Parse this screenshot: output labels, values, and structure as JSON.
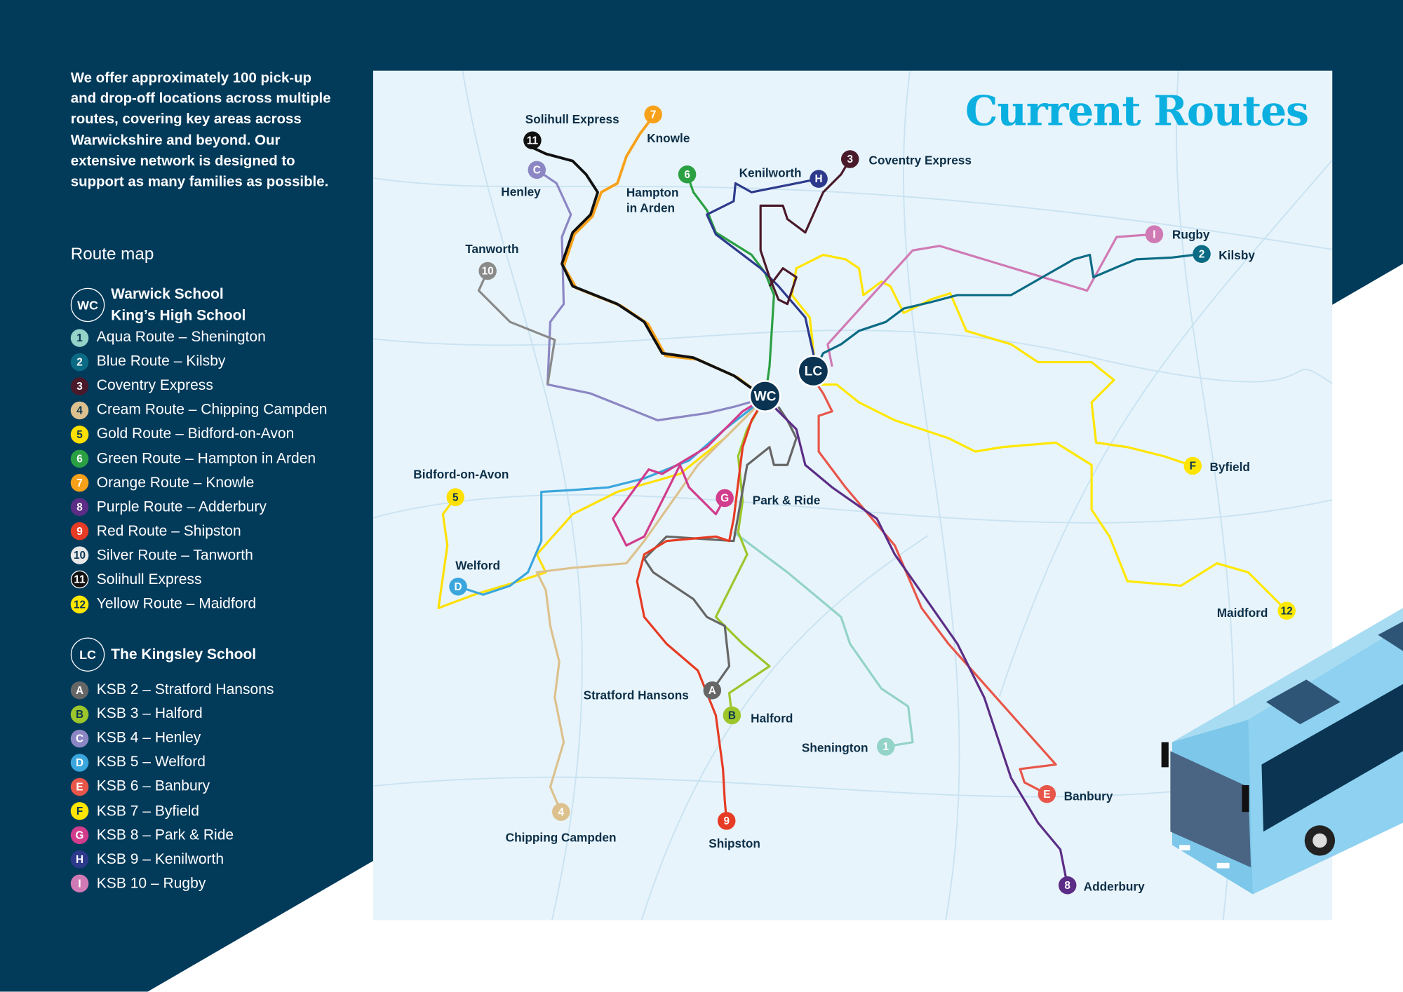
{
  "intro": "We offer approximately 100 pick-up and drop-off locations across multiple routes, covering key areas across Warwickshire and beyond. Our extensive network is designed to support as many families as possible.",
  "route_map_title": "Route map",
  "title": "Current Routes",
  "colors": {
    "navy": "#023a5a",
    "map_bg": "#e8f4fb",
    "title": "#0bb0e0"
  },
  "wc": {
    "code": "WC",
    "name1": "Warwick School",
    "name2": "King’s High School",
    "routes": [
      {
        "id": "1",
        "label": "Aqua Route – Shenington",
        "color": "#93d3c8",
        "stop": "Shenington"
      },
      {
        "id": "2",
        "label": "Blue Route – Kilsby",
        "color": "#0b6b85",
        "stop": "Kilsby"
      },
      {
        "id": "3",
        "label": "Coventry Express",
        "color": "#4a1a2a",
        "stop": "Coventry Express"
      },
      {
        "id": "4",
        "label": "Cream Route – Chipping Campden",
        "color": "#dcc18e",
        "stop": "Chipping Campden"
      },
      {
        "id": "5",
        "label": "Gold Route – Bidford-on-Avon",
        "color": "#ffe000",
        "stop": "Bidford-on-Avon"
      },
      {
        "id": "6",
        "label": "Green Route – Hampton in Arden",
        "color": "#2aa043",
        "stop": "Hampton in Arden"
      },
      {
        "id": "7",
        "label": "Orange Route – Knowle",
        "color": "#f7a11a",
        "stop": "Knowle"
      },
      {
        "id": "8",
        "label": "Purple Route – Adderbury",
        "color": "#5b2d86",
        "stop": "Adderbury"
      },
      {
        "id": "9",
        "label": "Red Route – Shipston",
        "color": "#e63b24",
        "stop": "Shipston"
      },
      {
        "id": "10",
        "label": "Silver Route – Tanworth",
        "color": "#8a8a8a",
        "stop": "Tanworth"
      },
      {
        "id": "11",
        "label": "Solihull Express",
        "color": "#111111",
        "stop": "Solihull Express"
      },
      {
        "id": "12",
        "label": "Yellow Route – Maidford",
        "color": "#ffe800",
        "stop": "Maidford"
      }
    ]
  },
  "lc": {
    "code": "LC",
    "name": "The Kingsley School",
    "routes": [
      {
        "id": "A",
        "label": "KSB 2 – Stratford Hansons",
        "color": "#666666",
        "stop": "Stratford Hansons"
      },
      {
        "id": "B",
        "label": "KSB 3 – Halford",
        "color": "#9cc62b",
        "stop": "Halford"
      },
      {
        "id": "C",
        "label": "KSB 4 – Henley",
        "color": "#8c87c4",
        "stop": "Henley"
      },
      {
        "id": "D",
        "label": "KSB 5 – Welford",
        "color": "#3aa6dd",
        "stop": "Welford"
      },
      {
        "id": "E",
        "label": "KSB 6 – Banbury",
        "color": "#e8564a",
        "stop": "Banbury"
      },
      {
        "id": "F",
        "label": "KSB 7 – Byfield",
        "color": "#ffe500",
        "stop": "Byfield"
      },
      {
        "id": "G",
        "label": "KSB 8 – Park & Ride",
        "color": "#d13c8c",
        "stop": "Park & Ride"
      },
      {
        "id": "H",
        "label": "KSB 9 – Kenilworth",
        "color": "#2d3a8c",
        "stop": "Kenilworth"
      },
      {
        "id": "I",
        "label": "KSB 10 – Rugby",
        "color": "#d07ab5",
        "stop": "Rugby"
      }
    ]
  }
}
